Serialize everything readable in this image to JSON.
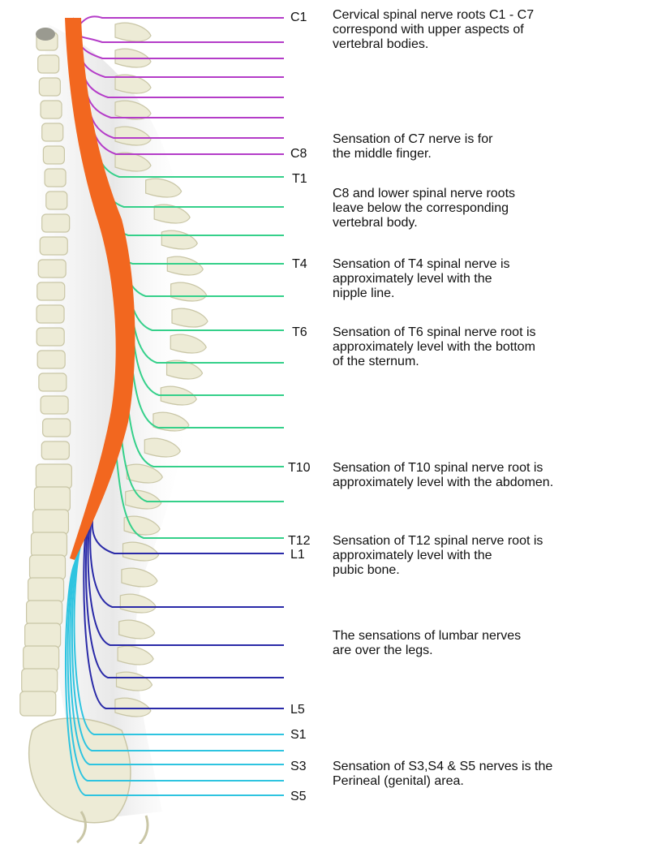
{
  "colors": {
    "cord": "#F2671F",
    "cervical": "#B43CC8",
    "thoracic": "#35D08A",
    "lumbar": "#2A2AA8",
    "sacral": "#2EC4E0",
    "bone": "#EDEBD6",
    "bone_edge": "#C9C6A6"
  },
  "labels": {
    "c1": "C1",
    "c8": "C8",
    "t1": "T1",
    "t4": "T4",
    "t6": "T6",
    "t10": "T10",
    "t12": "T12",
    "l1": "L1",
    "l5": "L5",
    "s1": "S1",
    "s3": "S3",
    "s5": "S5"
  },
  "notes": {
    "cervical": "Cervical spinal nerve roots C1 - C7\ncorrespond with upper aspects of\nvertebral bodies.",
    "c7": "Sensation of C7 nerve is for\nthe middle finger.",
    "c8_lower": "C8 and lower spinal nerve roots\nleave below the corresponding\nvertebral body.",
    "t4": "Sensation of T4 spinal nerve is\napproximately level with the\nnipple line.",
    "t6": "Sensation of T6 spinal nerve root is\napproximately level with the bottom\nof the sternum.",
    "t10": "Sensation of T10 spinal nerve root is\napproximately level with the abdomen.",
    "t12": "Sensation of T12 spinal nerve root is\napproximately level with the\npubic bone.",
    "lumbar": "The sensations of lumbar nerves\nare over the legs.",
    "sacral": "Sensation of S3,S4 & S5 nerves is the\nPerineal (genital) area."
  }
}
